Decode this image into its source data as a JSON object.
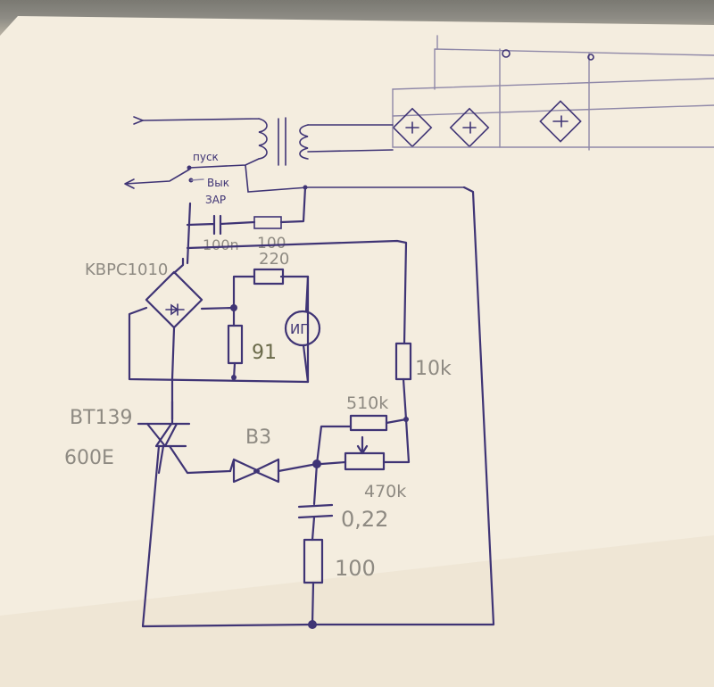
{
  "labels": {
    "start": "пуск",
    "off": "Вык",
    "charge": "ЗАР",
    "cap_snubber": "100n",
    "res_snubber": "100",
    "bridge": "KBPC1010",
    "res_220": "220",
    "meter": "ИП",
    "res_shunt": "91",
    "res_10k": "10k",
    "res_510k": "510k",
    "pot_470k": "470k",
    "triac_model": "BT139",
    "triac_rating": "600E",
    "diac": "B3",
    "cap_022": "0,22",
    "res_100": "100"
  }
}
